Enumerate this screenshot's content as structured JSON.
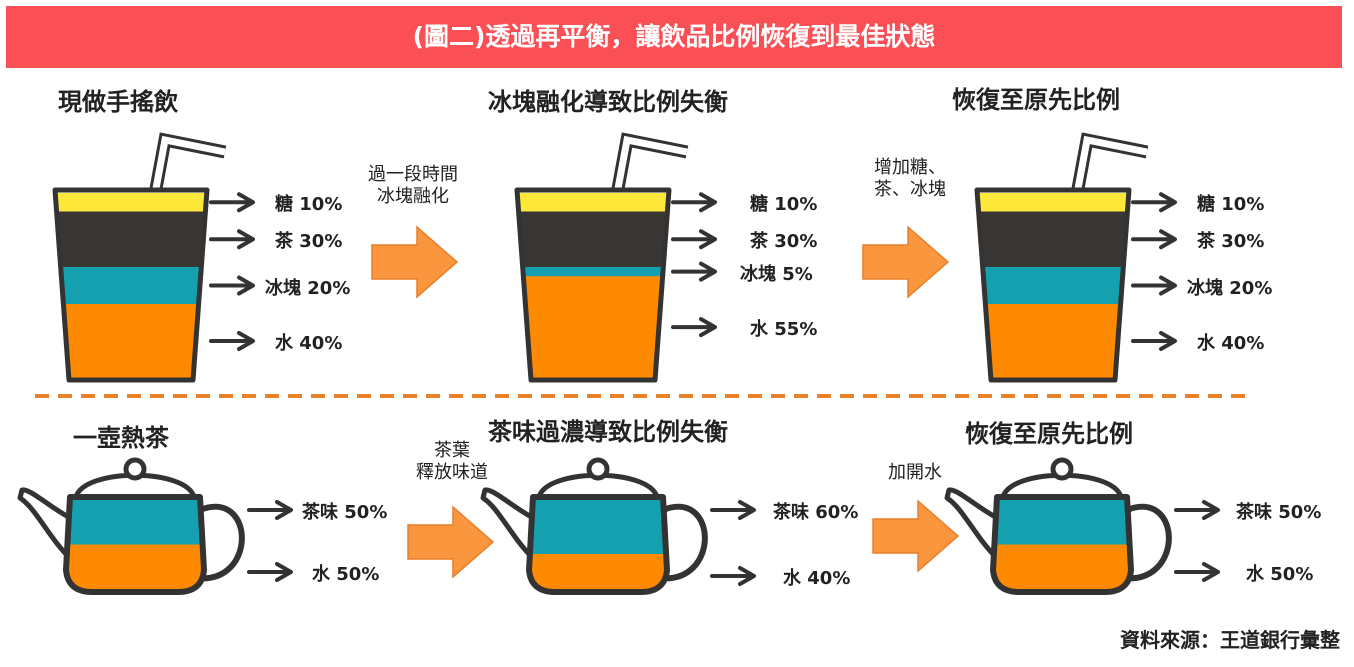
{
  "title": "(圖二)透過再平衡，讓飲品比例恢復到最佳狀態",
  "colors": {
    "banner": "#f94f55",
    "sugar": "#fde83a",
    "tea": "#3a3634",
    "ice": "#14a0ae",
    "water": "#fe8a01",
    "tea_flavor": "#14a0ae",
    "arrow_fill": "#f9963e",
    "divider": "#e8822a"
  },
  "drinks": {
    "panels": [
      {
        "heading": "現做手搖飲",
        "layers": [
          {
            "name": "糖",
            "value": "10%",
            "fraction": 0.1,
            "color": "sugar"
          },
          {
            "name": "茶",
            "value": "30%",
            "fraction": 0.3,
            "color": "tea"
          },
          {
            "name": "冰塊",
            "value": "20%",
            "fraction": 0.2,
            "color": "ice"
          },
          {
            "name": "水",
            "value": "40%",
            "fraction": 0.4,
            "color": "water"
          }
        ]
      },
      {
        "heading": "冰塊融化導致比例失衡",
        "layers": [
          {
            "name": "糖",
            "value": "10%",
            "fraction": 0.1,
            "color": "sugar"
          },
          {
            "name": "茶",
            "value": "30%",
            "fraction": 0.3,
            "color": "tea"
          },
          {
            "name": "冰塊",
            "value": "5%",
            "fraction": 0.05,
            "color": "ice"
          },
          {
            "name": "水",
            "value": "55%",
            "fraction": 0.55,
            "color": "water"
          }
        ]
      },
      {
        "heading": "恢復至原先比例",
        "layers": [
          {
            "name": "糖",
            "value": "10%",
            "fraction": 0.1,
            "color": "sugar"
          },
          {
            "name": "茶",
            "value": "30%",
            "fraction": 0.3,
            "color": "tea"
          },
          {
            "name": "冰塊",
            "value": "20%",
            "fraction": 0.2,
            "color": "ice"
          },
          {
            "name": "水",
            "value": "40%",
            "fraction": 0.4,
            "color": "water"
          }
        ]
      }
    ],
    "transitions": [
      {
        "lines": [
          "過一段時間",
          "冰塊融化"
        ]
      },
      {
        "lines": [
          "增加糖、",
          "茶、冰塊"
        ]
      }
    ]
  },
  "teapots": {
    "panels": [
      {
        "heading": "一壺熱茶",
        "layers": [
          {
            "name": "茶味",
            "value": "50%",
            "fraction": 0.5,
            "color": "tea_flavor"
          },
          {
            "name": "水",
            "value": "50%",
            "fraction": 0.5,
            "color": "water"
          }
        ]
      },
      {
        "heading": "茶味過濃導致比例失衡",
        "layers": [
          {
            "name": "茶味",
            "value": "60%",
            "fraction": 0.6,
            "color": "tea_flavor"
          },
          {
            "name": "水",
            "value": "40%",
            "fraction": 0.4,
            "color": "water"
          }
        ]
      },
      {
        "heading": "恢復至原先比例",
        "layers": [
          {
            "name": "茶味",
            "value": "50%",
            "fraction": 0.5,
            "color": "tea_flavor"
          },
          {
            "name": "水",
            "value": "50%",
            "fraction": 0.5,
            "color": "water"
          }
        ]
      }
    ],
    "transitions": [
      {
        "lines": [
          "茶葉",
          "釋放味道"
        ]
      },
      {
        "lines": [
          "加開水"
        ]
      }
    ]
  },
  "source": "資料來源：王道銀行彙整"
}
